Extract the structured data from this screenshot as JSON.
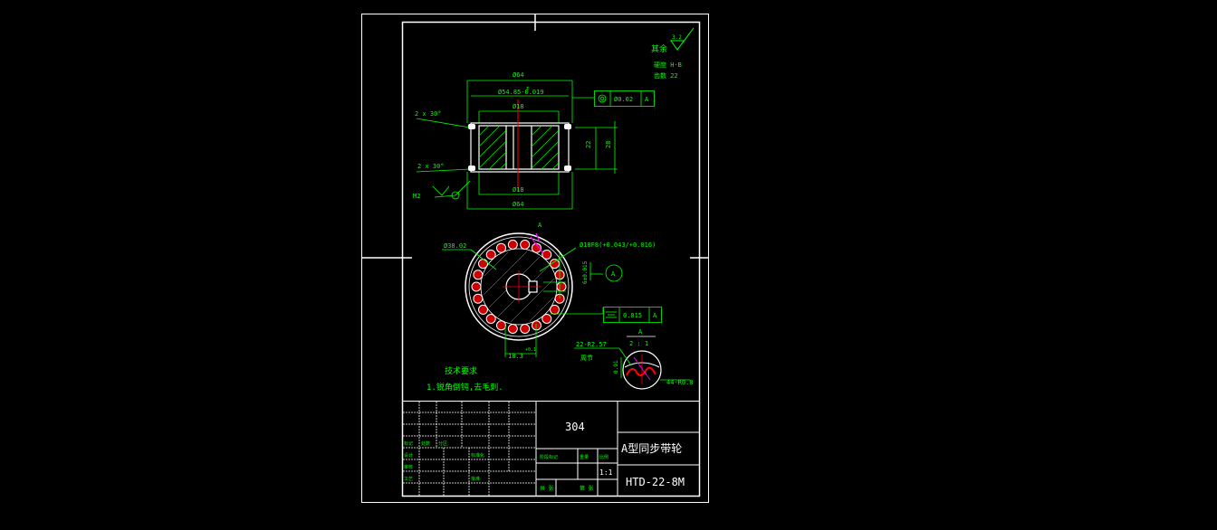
{
  "colors": {
    "background": "#000000",
    "frame": "#ffffff",
    "annotation": "#00ff00",
    "centerline": "#ff0000",
    "highlight": "#ff00ff"
  },
  "roughness": {
    "label": "其余",
    "value": "3.2"
  },
  "notes_top": {
    "hardness": "硬度 H·B",
    "tooth": "齿数 22"
  },
  "section_view": {
    "dim_outer_top": "Ø64",
    "dim_tooth_tol": "±",
    "dim_tooth": "Ø54.85-0.019",
    "dim_bore_top": "Ø18",
    "dim_bore_bottom": "Ø18",
    "dim_outer_bottom": "Ø64",
    "chamfer_top": "2 x 30°",
    "chamfer_bottom": "2 x 30°",
    "dim_width_inner": "22",
    "dim_width_outer": "28",
    "runout_value": "Ø0.02",
    "runout_datum": "A",
    "roughness_m2": "M2"
  },
  "face_view": {
    "view_label": "A",
    "dim_flange": "Ø38.02",
    "dim_bore": "Ø18F8(+0.043/+0.016)",
    "keyway_width": "6±0.015",
    "keyway_depth": "18.3",
    "keyway_tol": "+0.1",
    "datum": "A",
    "sym_tol": "0.015",
    "sym_datum": "A"
  },
  "detail_view": {
    "label": "A",
    "scale": "2 : 1",
    "tooth_spec": "22-R2.57",
    "pitch_label": "周节",
    "dim_height": "0.91",
    "dim_radius": "44-R0.8"
  },
  "tech_requirements": {
    "title": "技术要求",
    "item1": "1.锐角倒钝,去毛刺."
  },
  "title_block": {
    "material": "304",
    "part_name": "A型同步带轮",
    "drawing_no": "HTD-22-8M",
    "col_labels": [
      "标记",
      "处数",
      "分区"
    ],
    "labels2": [
      "设计",
      "标准化"
    ],
    "labels3": [
      "审核"
    ],
    "labels4": [
      "工艺",
      "批准"
    ],
    "stage_label": "阶段标记",
    "weight_label": "重量",
    "scale_label": "比例",
    "scale_value": "1:1",
    "sheet_label": "共  张",
    "sheet_label2": "第  张"
  }
}
